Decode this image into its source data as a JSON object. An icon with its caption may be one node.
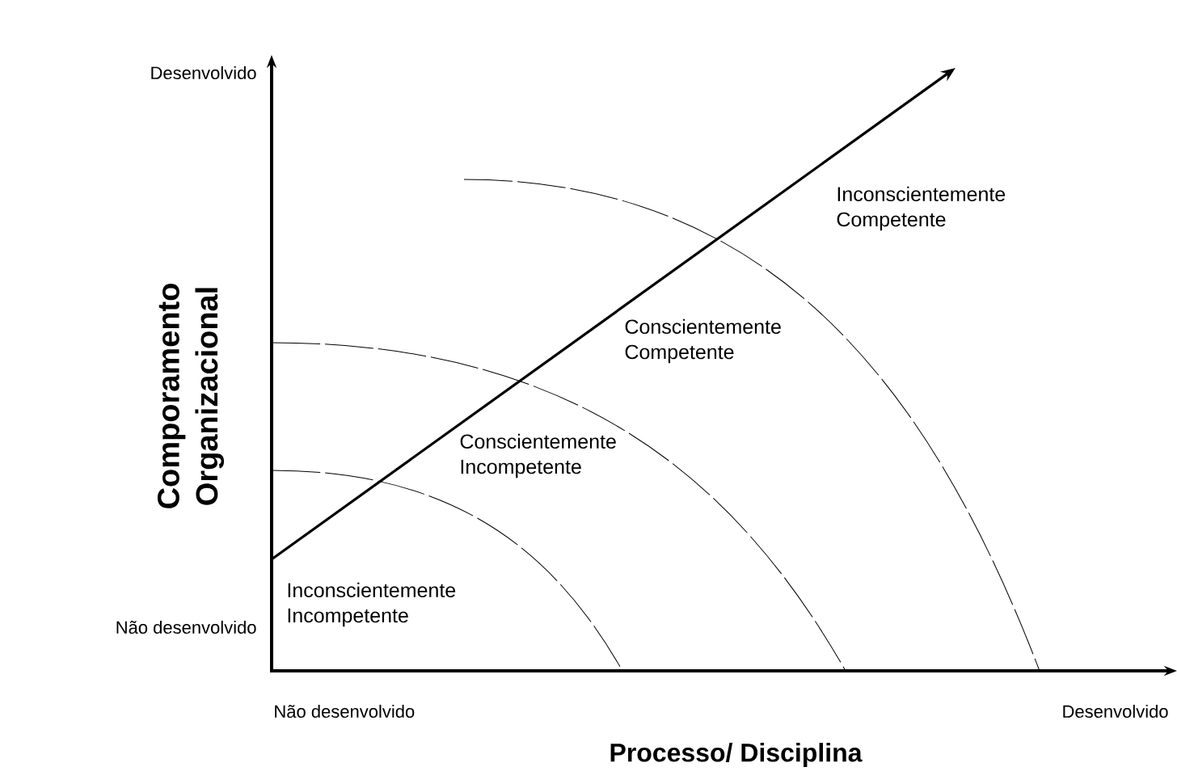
{
  "diagram": {
    "labels": [
      "Desenvolvido",
      "Comporamento Organizacional",
      "Inconscientemente Competente",
      "Conscientemente Competente",
      "Conscientemente Incompetente",
      "Inconscientemente Incompetente",
      "Não desenvolvido",
      "Não desenvolvido",
      "Desenvolvido",
      "Processo/ Disciplina"
    ]
  }
}
